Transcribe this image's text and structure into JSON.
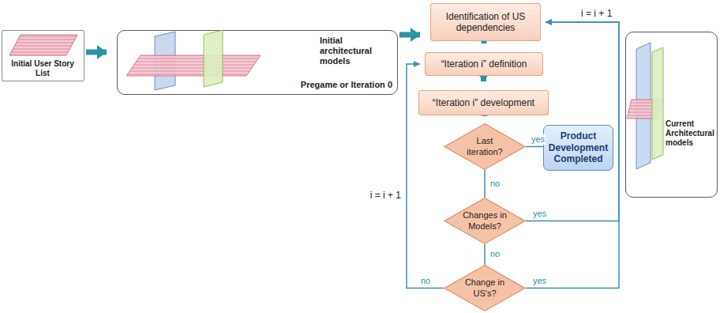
{
  "diagram": {
    "nodes": [
      {
        "text": [
          "Initial User Story List"
        ]
      },
      {
        "text": [
          "Initial architectural models",
          "Pregame or Iteration 0"
        ]
      },
      {
        "text": [
          "Identification of US dependencies"
        ]
      },
      {
        "text": [
          "“Iteration i” definition"
        ]
      },
      {
        "text": [
          "“Iteration i” development"
        ]
      },
      {
        "text": [
          "Last iteration?"
        ]
      },
      {
        "text": [
          "Product Development Completed"
        ]
      },
      {
        "text": [
          "Changes in Models?"
        ]
      },
      {
        "text": [
          "Change in US's?"
        ]
      },
      {
        "text": [
          "Current Architectural models"
        ]
      }
    ],
    "edges": [
      {
        "from": 0,
        "to": 1,
        "arrow": "to"
      },
      {
        "from": 1,
        "to": 2,
        "arrow": "to"
      },
      {
        "from": 2,
        "to": 3,
        "arrow": "to"
      },
      {
        "from": 3,
        "to": 4,
        "arrow": "to"
      },
      {
        "from": 4,
        "to": 5,
        "arrow": "to"
      },
      {
        "from": 5,
        "to": 6,
        "label": "yes",
        "arrow": "none"
      },
      {
        "from": 5,
        "to": 7,
        "label": "no",
        "arrow": "none"
      },
      {
        "from": 7,
        "to": 2,
        "label": "yes",
        "arrow": "to"
      },
      {
        "from": 7,
        "to": 8,
        "label": "no",
        "arrow": "none"
      },
      {
        "from": 8,
        "to": 2,
        "label": "yes",
        "arrow": "to"
      },
      {
        "from": 8,
        "to": 3,
        "label": "no",
        "arrow": "to"
      }
    ],
    "labels": [
      "i = i + 1",
      "i = i + 1"
    ]
  }
}
